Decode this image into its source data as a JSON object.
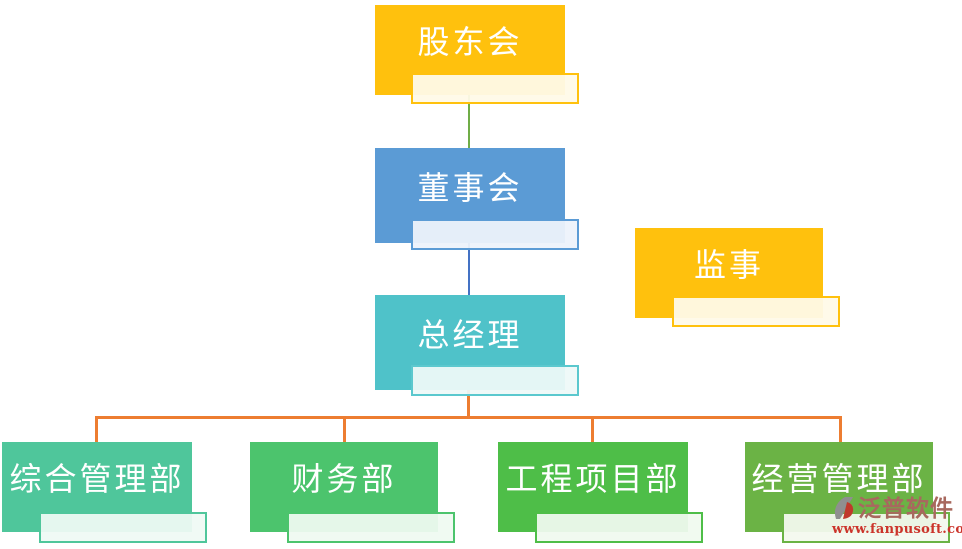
{
  "diagram": {
    "type": "org-chart",
    "nodes": [
      {
        "id": "shareholders",
        "label": "股东会",
        "color": "#FFC10D"
      },
      {
        "id": "board-of-directors",
        "label": "董事会",
        "color": "#5B9BD5"
      },
      {
        "id": "supervisor",
        "label": "监事",
        "color": "#FFC10D"
      },
      {
        "id": "general-manager",
        "label": "总经理",
        "color": "#4FC2C9"
      },
      {
        "id": "dept-general-admin",
        "label": "综合管理部",
        "color": "#4FC69B"
      },
      {
        "id": "dept-finance",
        "label": "财务部",
        "color": "#4CC46D"
      },
      {
        "id": "dept-engineering-projects",
        "label": "工程项目部",
        "color": "#4EBE48"
      },
      {
        "id": "dept-operations-management",
        "label": "经营管理部",
        "color": "#6BB345"
      }
    ],
    "edges": [
      {
        "from": "shareholders",
        "to": "board-of-directors",
        "color": "#70AD47"
      },
      {
        "from": "board-of-directors",
        "to": "general-manager",
        "color": "#4472C4"
      },
      {
        "from": "general-manager",
        "to": "dept-general-admin",
        "color": "#ED7D31"
      },
      {
        "from": "general-manager",
        "to": "dept-finance",
        "color": "#ED7D31"
      },
      {
        "from": "general-manager",
        "to": "dept-engineering-projects",
        "color": "#ED7D31"
      },
      {
        "from": "general-manager",
        "to": "dept-operations-management",
        "color": "#ED7D31"
      }
    ]
  },
  "watermark": {
    "brand": "泛普软件",
    "url": "www.fanpusoft.com"
  }
}
